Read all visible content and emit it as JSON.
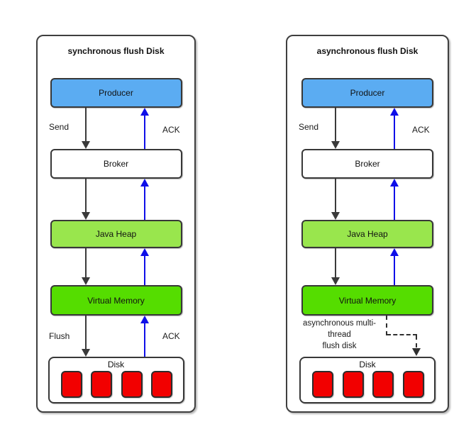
{
  "colors": {
    "producer_fill": "#5bacf2",
    "java_heap_fill": "#99e64d",
    "virtual_memory_fill": "#55dd00",
    "disk_cell_fill": "#f20000",
    "arrow_down": "#3a3a3a",
    "arrow_up": "#0f0fe8",
    "border": "#383838"
  },
  "panels": {
    "left": {
      "title": "synchronous flush Disk",
      "nodes": {
        "producer": "Producer",
        "broker": "Broker",
        "java_heap": "Java Heap",
        "virtual_memory": "Virtual Memory",
        "disk": "Disk"
      },
      "labels": {
        "send": "Send",
        "ack_top": "ACK",
        "flush": "Flush",
        "ack_bottom": "ACK"
      }
    },
    "right": {
      "title": "asynchronous flush Disk",
      "nodes": {
        "producer": "Producer",
        "broker": "Broker",
        "java_heap": "Java Heap",
        "virtual_memory": "Virtual Memory",
        "disk": "Disk"
      },
      "labels": {
        "send": "Send",
        "ack_top": "ACK",
        "async_flush_line1": "asynchronous multi-",
        "async_flush_line2": "thread",
        "async_flush_line3": "flush disk"
      }
    }
  }
}
